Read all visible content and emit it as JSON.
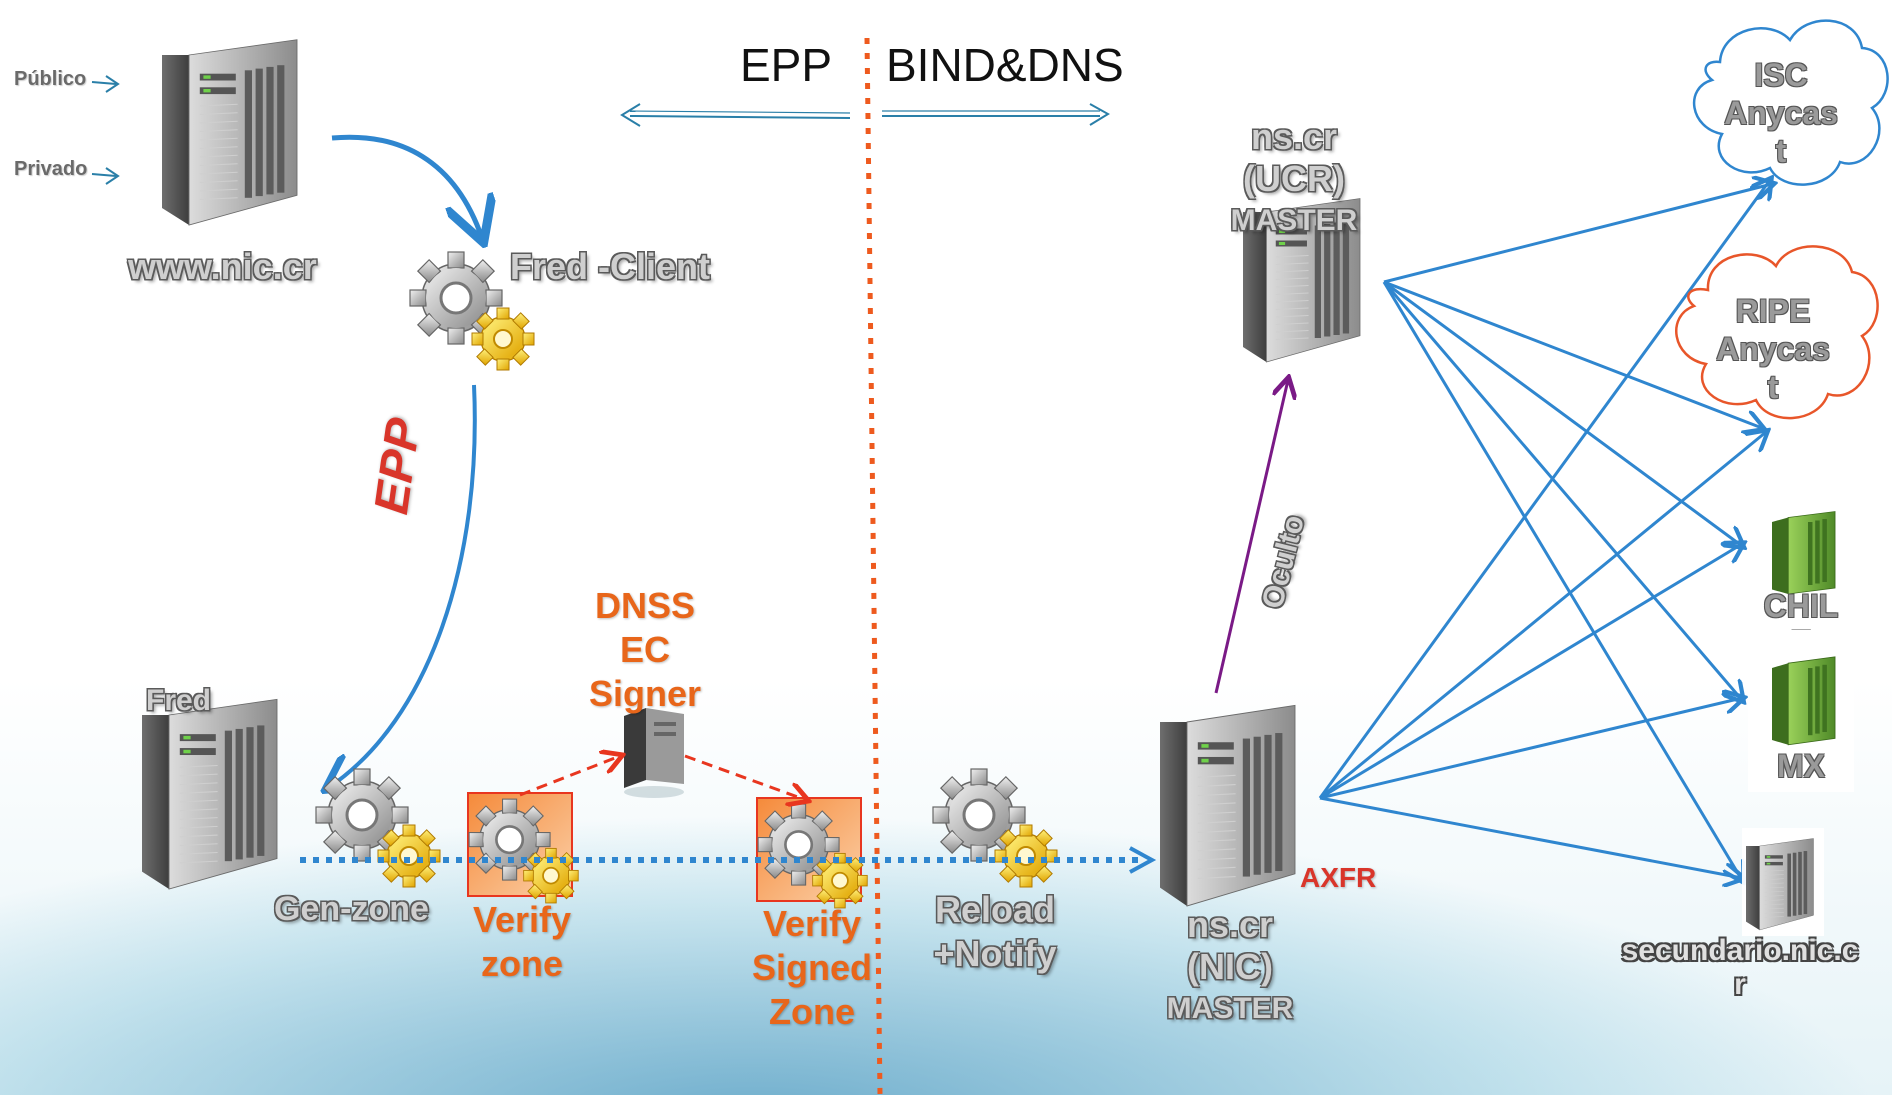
{
  "header": {
    "left_label": "EPP",
    "right_label": "BIND&DNS"
  },
  "inputs": {
    "publico": "Público",
    "privado": "Privado"
  },
  "nodes": {
    "web_server": "www.nic.cr",
    "fred_client": "Fred -Client",
    "epp": "EPP",
    "fred": "Fred",
    "gen_zone": "Gen-zone",
    "verify_zone": [
      "Verify",
      "zone"
    ],
    "dnssec_signer": [
      "DNSS",
      "EC",
      "Signer"
    ],
    "verify_signed_zone": [
      "Verify",
      "Signed",
      "Zone"
    ],
    "reload_notify": [
      "Reload",
      "+Notify"
    ],
    "ns_ucr": [
      "ns.cr",
      "(UCR)",
      "MASTER"
    ],
    "ns_nic": [
      "ns.cr",
      "(NIC)",
      "MASTER"
    ],
    "oculto": "Oculto",
    "axfr": "AXFR",
    "isc": [
      "ISC",
      "Anycas",
      "t"
    ],
    "ripe": [
      "RIPE",
      "Anycas",
      "t"
    ],
    "chile": [
      "CHIL",
      "E"
    ],
    "mx": "MX",
    "secundario": [
      "secundario.nic.c",
      "r"
    ]
  },
  "colors": {
    "arrow_blue": "#2f86cf",
    "divider": "#ee5a1e",
    "dnssec_red": "#e8361f",
    "oculto_purple": "#7a1a86",
    "orange_text": "#e8661a",
    "cloud_isc_border": "#2f86cf",
    "cloud_ripe_border": "#e8562a"
  }
}
